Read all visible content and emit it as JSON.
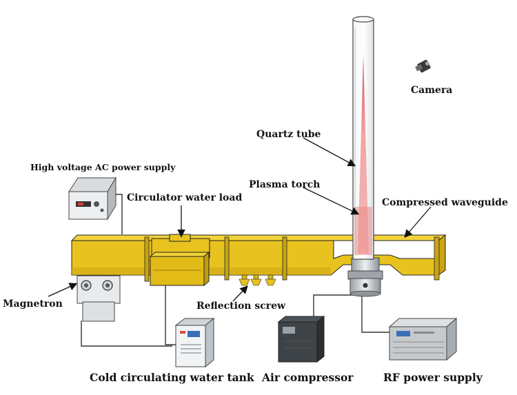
{
  "labels": {
    "camera": "Camera",
    "quartz_tube": "Quartz tube",
    "high_voltage_ac": "High voltage AC power supply",
    "circulator_water_load": "Circulator water load",
    "plasma_torch": "Plasma torch",
    "compressed_waveguide": "Compressed waveguide",
    "magnetron": "Magnetron",
    "reflection_screw": "Reflection screw",
    "cold_water_tank": "Cold circulating water tank",
    "air_compressor": "Air compressor",
    "rf_power_supply": "RF power supply"
  },
  "colors": {
    "waveguide_yellow": "#e8c21e",
    "waveguide_dark": "#b8920e",
    "plasma_red": "#e2504a",
    "steel": "#c8ccd0",
    "outline": "#222222"
  },
  "icons": {
    "camera": "camera-icon",
    "power_supply": "power-supply-icon",
    "chiller": "chiller-icon",
    "compressor": "compressor-icon",
    "rf_rack": "rf-rack-icon"
  }
}
